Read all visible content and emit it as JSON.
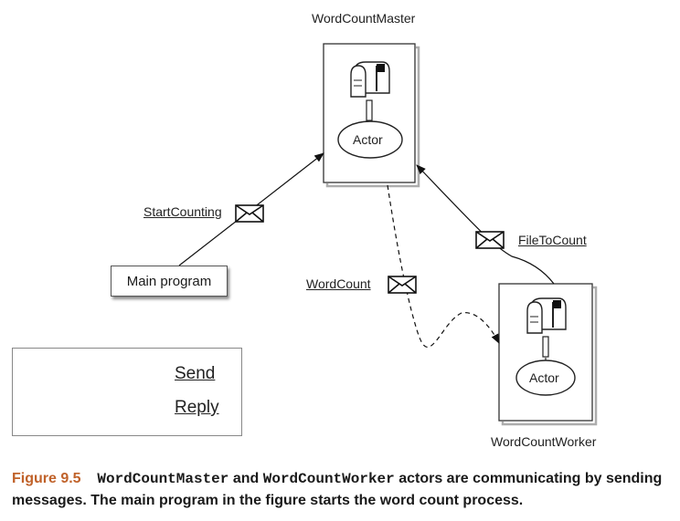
{
  "nodes": {
    "master": {
      "title": "WordCountMaster",
      "actor_label": "Actor"
    },
    "worker": {
      "title": "WordCountWorker",
      "actor_label": "Actor"
    },
    "main": {
      "label": "Main program"
    }
  },
  "messages": {
    "start_counting": "StartCounting",
    "file_to_count": "FileToCount",
    "word_count": "WordCount"
  },
  "legend": {
    "send": "Send",
    "reply": "Reply"
  },
  "caption": {
    "figure_number": "Figure 9.5",
    "code1": "WordCountMaster",
    "text1": " and ",
    "code2": "WordCountWorker",
    "text2": " actors are communicating by sending messages. The main program in the figure starts the word count process."
  },
  "icons": [
    "mailbox-icon",
    "envelope-icon"
  ]
}
